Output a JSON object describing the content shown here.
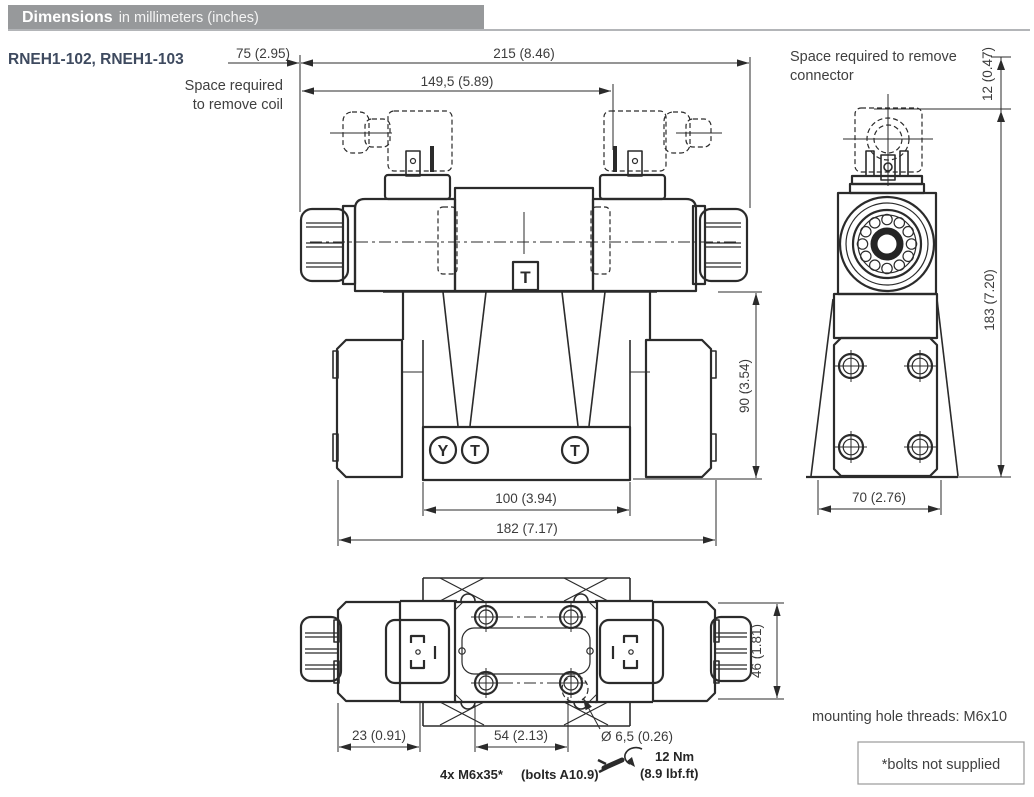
{
  "header": {
    "title": "Dimensions",
    "subtitle": "in millimeters (inches)"
  },
  "model": "RNEH1-102, RNEH1-103",
  "labels": {
    "space_coil_1": "Space required",
    "space_coil_2": "to remove coil",
    "space_conn_1": "Space required to remove",
    "space_conn_2": "connector",
    "mounting": "mounting hole threads: M6x10",
    "bolts_note": "*bolts not supplied",
    "bolt_spec": "4x M6x35*",
    "bolt_spec2": "(bolts A10.9)",
    "torque": "12 Nm",
    "torque_lb": "(8.9 lbf.ft)",
    "hole_dia": "Ø 6,5 (0.26)"
  },
  "dims": {
    "w75": "75 (2.95)",
    "w215": "215 (8.46)",
    "w149": "149,5 (5.89)",
    "h12": "12 (0.47)",
    "h183": "183 (7.20)",
    "h90": "90 (3.54)",
    "w100": "100 (3.94)",
    "w182": "182 (7.17)",
    "w70": "70 (2.76)",
    "h46": "46 (1.81)",
    "w23": "23 (0.91)",
    "w54": "54 (2.13)"
  },
  "ports": {
    "p1": "Y",
    "p2": "T",
    "p3": "T"
  },
  "sym": {
    "t": "T"
  },
  "colors": {
    "header_bar": "#97999b",
    "model_text": "#3e4a5f",
    "line": "#2b2b2b",
    "dim_text": "#3c3c3c"
  }
}
